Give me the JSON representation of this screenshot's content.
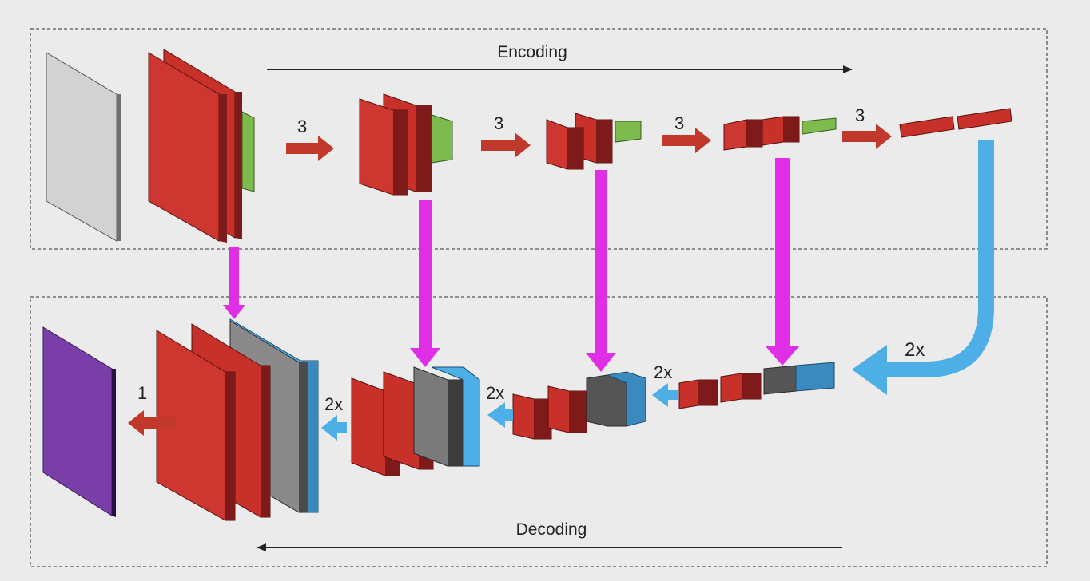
{
  "encoding_label": "Encoding",
  "decoding_label": "Decoding",
  "encoder_step_labels": [
    "3",
    "3",
    "3",
    "3"
  ],
  "decoder_step_labels": [
    "2x",
    "2x",
    "2x",
    "2x"
  ],
  "output_step_label": "1",
  "colors": {
    "background": "#ebebeb",
    "conv_block": "#c8302a",
    "pool_block": "#7dbb4e",
    "skip_connection": "#e02de6",
    "upsample": "#4eaee6",
    "concat_gray": "#6e6e6e",
    "input_image": "#d2d2d2",
    "output_image": "#7a3ea8",
    "down_arrow": "#c0392b"
  }
}
